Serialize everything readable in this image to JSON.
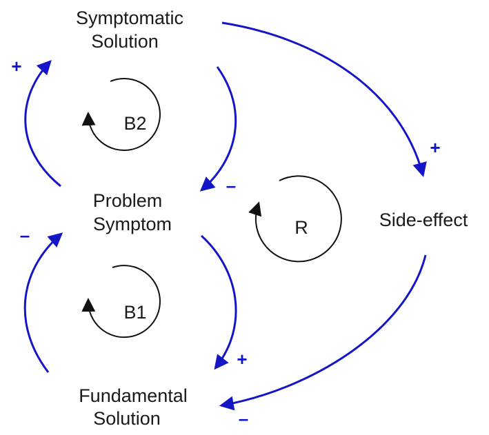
{
  "colors": {
    "link": "#1515c8",
    "loop": "#111111",
    "text": "#1a1a1a"
  },
  "nodes": {
    "symptomatic_solution": {
      "line1": "Symptomatic",
      "line2": "Solution"
    },
    "problem_symptom": {
      "line1": "Problem",
      "line2": "Symptom"
    },
    "fundamental_solution": {
      "line1": "Fundamental",
      "line2": "Solution"
    },
    "side_effect": {
      "line1": "Side-effect"
    }
  },
  "loops": {
    "b2": "B2",
    "b1": "B1",
    "r": "R"
  },
  "polarities": {
    "problem_to_symptomatic": "+",
    "symptomatic_to_problem": "–",
    "symptomatic_to_side_effect": "+",
    "problem_to_fundamental": "+",
    "fundamental_to_problem": "–",
    "side_effect_to_fundamental": "–"
  }
}
